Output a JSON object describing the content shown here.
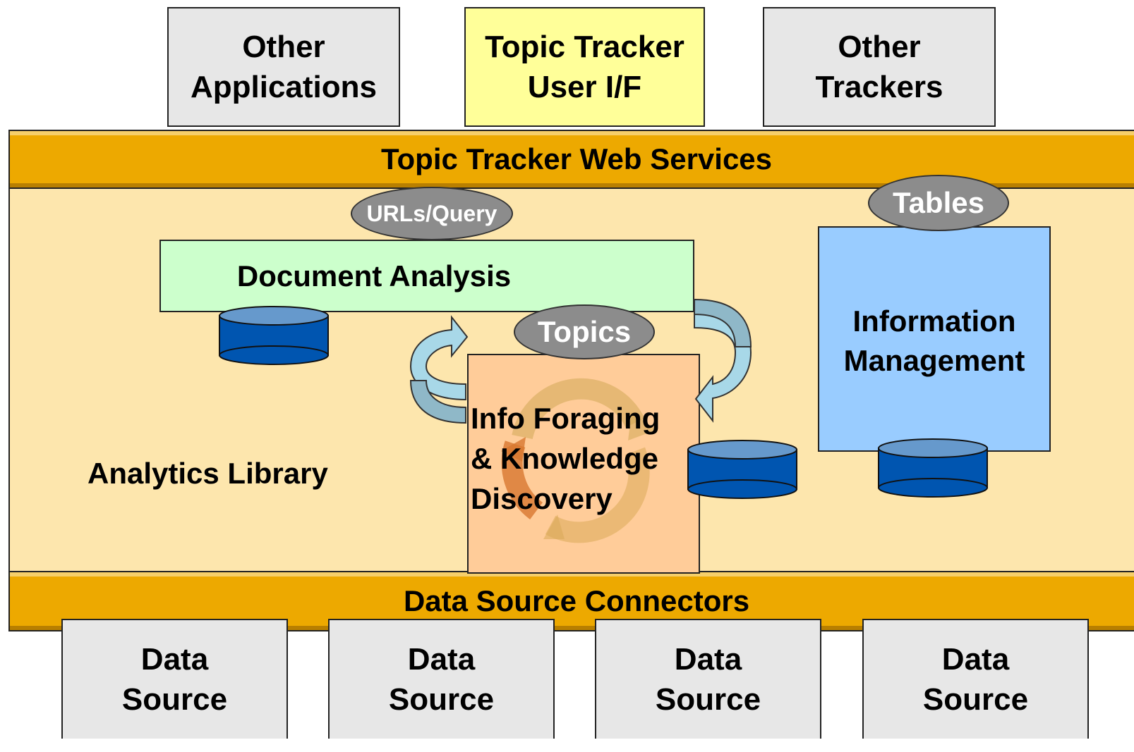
{
  "top_boxes": {
    "other_applications": "Other\nApplications",
    "user_if": "Topic Tracker\nUser I/F",
    "other_trackers": "Other\nTrackers"
  },
  "bands": {
    "web_services": "Topic Tracker Web Services",
    "connectors": "Data Source Connectors"
  },
  "ellipses": {
    "urls_query": "URLs/Query",
    "topics": "Topics",
    "tables": "Tables"
  },
  "components": {
    "document_analysis": "Document Analysis",
    "info_foraging": "Info Foraging\n& Knowledge\nDiscovery",
    "information_management": "Information\nManagement",
    "analytics_library": "Analytics Library"
  },
  "data_sources": [
    "Data\nSource",
    "Data\nSource",
    "Data\nSource",
    "Data\nSource"
  ],
  "colors": {
    "band": "#eda900",
    "main_area": "#fde6ad",
    "document_analysis": "#ccffcc",
    "info_foraging": "#ffcc99",
    "information_management": "#99ccff",
    "user_if": "#ffff99",
    "grey_box": "#e7e7e7",
    "ellipse": "#8c8c8c",
    "cylinder": "#0055b0"
  }
}
